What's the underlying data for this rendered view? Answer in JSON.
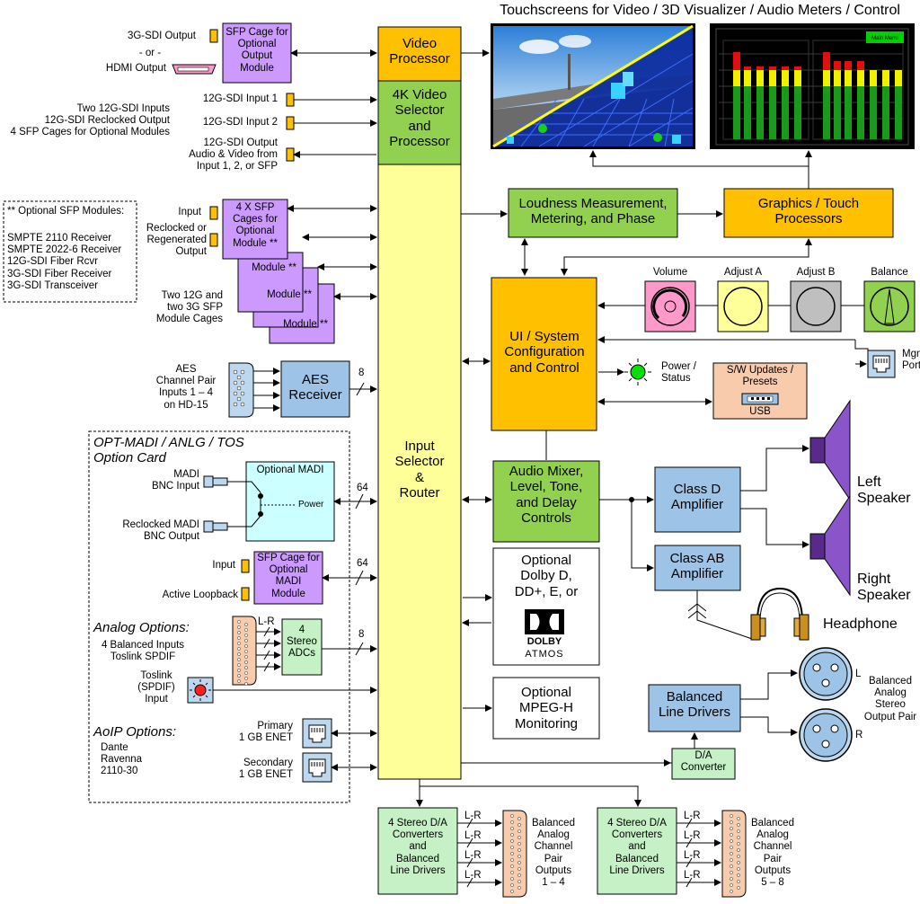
{
  "title": "Touchscreens for Video / 3D Visualizer / Audio Meters / Control",
  "blocks": {
    "video_processor": "Video\nProcessor",
    "video_selector": "4K Video\nSelector\nand\nProcessor",
    "input_router": "Input\nSelector\n&\nRouter",
    "loudness": "Loudness Measurement,\nMetering, and Phase",
    "graphics": "Graphics / Touch\nProcessors",
    "ui_system": "UI / System\nConfiguration\nand Control",
    "audio_mixer": "Audio Mixer,\nLevel, Tone,\nand Delay\nControls",
    "dolby": "Optional\nDolby D,\nDD+, E, or",
    "mpegh": "Optional\nMPEG-H\nMonitoring",
    "class_d": "Class D\nAmplifier",
    "class_ab": "Class AB\nAmplifier",
    "balanced_drivers": "Balanced\nLine Drivers",
    "da_converter": "D/A\nConverter",
    "aes_receiver": "AES\nReceiver",
    "adcs": "4\nStereo\nADCs",
    "sfp_cage_out": "SFP Cage for\nOptional\nOutput\nModule",
    "sfp_4x": "4 X SFP\nCages for\nOptional\nModule **",
    "sfp_stack_back": "Module **",
    "sfp_madi": "SFP Cage for\nOptional\nMADI\nModule",
    "optional_madi": "Optional MADI",
    "power_tap": "Power",
    "da_1_4": "4 Stereo D/A\nConverters\nand\nBalanced\nLine Drivers",
    "da_5_8": "4 Stereo D/A\nConverters\nand\nBalanced\nLine Drivers",
    "usb_box": "S/W Updates /\nPresets",
    "usb_label": "USB"
  },
  "dolby_logo": {
    "name": "DOLBY",
    "sub": "ATMOS"
  },
  "labels": {
    "sdi_out": "3G-SDI Output",
    "or": "- or -",
    "hdmi_out": "HDMI Output",
    "sdi_in1": "12G-SDI Input 1",
    "sdi_in2": "12G-SDI Input 2",
    "sdi_out_av": "12G-SDI Output\nAudio & Video from\nInput 1, 2, or SFP",
    "two_12g": "Two 12G-SDI Inputs\n12G-SDI Reclocked Output\n4 SFP Cages for Optional Modules",
    "sfp_input": "Input",
    "sfp_reclocked": "Reclocked or\nRegenerated\nOutput",
    "two_12g_3g": "Two 12G and\ntwo 3G SFP\nModule Cages",
    "aes_in": "AES\nChannel Pair\nInputs 1 – 4\non HD-15",
    "madi_in": "MADI\nBNC Input",
    "madi_out": "Reclocked MADI\nBNC Output",
    "madi_sfp_in": "Input",
    "madi_loop": "Active Loopback",
    "analog_in": "4 Balanced Inputs\nToslink SPDIF",
    "toslink": "Toslink\n(SPDIF)\nInput",
    "primary": "Primary\n1 GB ENET",
    "secondary": "Secondary\n1 GB ENET",
    "aoip_list": "Dante\nRavenna\n2110-30",
    "volume": "Volume",
    "adjust_a": "Adjust A",
    "adjust_b": "Adjust B",
    "balance": "Balance",
    "mgmt": "Mgmt\nPort",
    "power_status": "Power /\nStatus",
    "left_speaker": "Left\nSpeaker",
    "right_speaker": "Right\nSpeaker",
    "headphone": "Headphone",
    "balanced_out_pair": "Balanced\nAnalog\nStereo\nOutput Pair",
    "xlr_l": "L",
    "xlr_r": "R",
    "outputs_1_4": "Balanced\nAnalog\nChannel\nPair\nOutputs\n1 – 4",
    "outputs_5_8": "Balanced\nAnalog\nChannel\nPair\nOutputs\n5 – 8",
    "bus_8": "8",
    "bus_64": "64",
    "bus_64b": "64",
    "bus_8b": "8",
    "lr": "L-R"
  },
  "sections": {
    "opt_modules_title": "** Optional SFP Modules:",
    "opt_modules": "SMPTE 2110 Receiver\nSMPTE 2022-6 Receiver\n12G-SDI Fiber Rcvr\n3G-SDI Fiber Receiver\n3G-SDI Transceiver",
    "option_card": "OPT-MADI / ANLG / TOS\nOption Card",
    "analog_options": "Analog Options:",
    "aoip_options": "AoIP Options:"
  },
  "meters": {
    "button": "Main Menu"
  },
  "colors": {
    "orange": "#FFC000",
    "green": "#92D050",
    "yellow": "#FFFF99",
    "blue": "#9DC3E6",
    "purple": "#CC99FF",
    "light_green": "#C6F0C6",
    "cyan": "#CCFFFF",
    "peach": "#F8CBAD",
    "pink": "#FF99CC",
    "gray": "#BFBFBF"
  }
}
